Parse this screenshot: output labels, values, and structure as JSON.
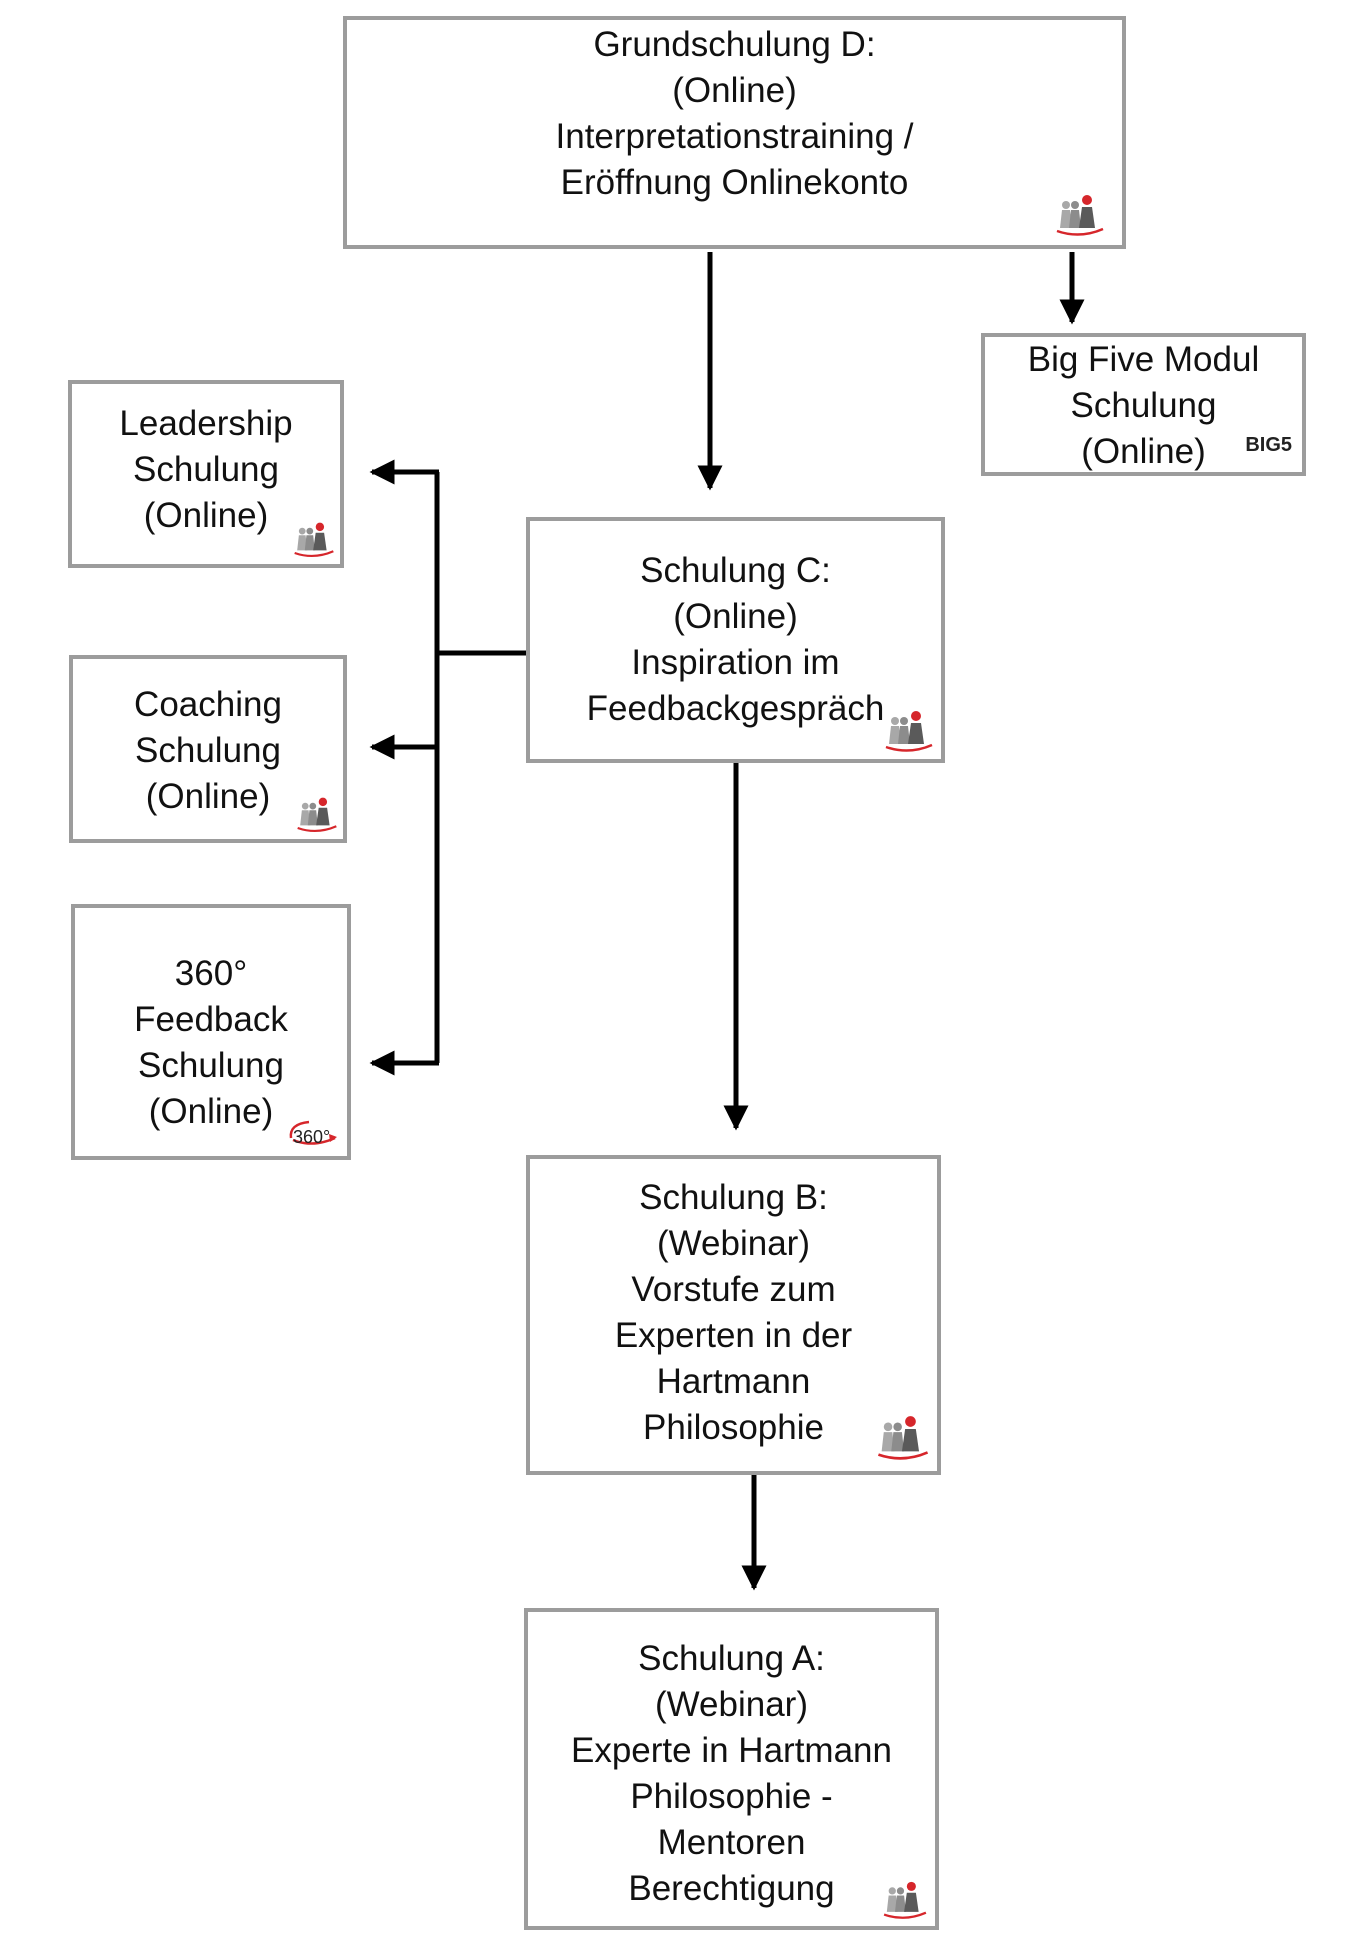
{
  "colors": {
    "border": "#9c9c9c",
    "arrow": "#000000",
    "logo_grey": "#a8a8a8",
    "logo_dark": "#5a5a5a",
    "logo_red": "#d6262b"
  },
  "nodes": {
    "grundschulung_d": {
      "lines": [
        "Grundschulung D:",
        "(Online)",
        "Interpretationstraining /",
        "Eröffnung Onlinekonto"
      ],
      "logo": "hartmann-people-icon"
    },
    "big_five": {
      "lines": [
        "Big Five Modul",
        "Schulung",
        "(Online)"
      ],
      "logo": "big5-icon",
      "logo_text": "BIG5"
    },
    "schulung_c": {
      "lines": [
        "Schulung C:",
        "(Online)",
        "Inspiration im",
        "Feedbackgespräch"
      ],
      "logo": "hartmann-people-icon"
    },
    "leadership": {
      "lines": [
        "Leadership",
        "Schulung",
        "(Online)"
      ],
      "logo": "hartmann-people-icon"
    },
    "coaching": {
      "lines": [
        "Coaching",
        "Schulung",
        "(Online)"
      ],
      "logo": "hartmann-people-icon"
    },
    "feedback_360": {
      "lines": [
        "360°",
        "Feedback",
        "Schulung",
        "(Online)"
      ],
      "logo": "360-icon",
      "logo_text": "360°"
    },
    "schulung_b": {
      "lines": [
        "Schulung B:",
        "(Webinar)",
        "Vorstufe zum",
        "Experten in der",
        "Hartmann",
        "Philosophie"
      ],
      "logo": "hartmann-people-icon"
    },
    "schulung_a": {
      "lines": [
        "Schulung  A:",
        "(Webinar)",
        "Experte in Hartmann",
        "Philosophie -",
        "Mentoren",
        "Berechtigung"
      ],
      "logo": "hartmann-people-icon"
    }
  }
}
